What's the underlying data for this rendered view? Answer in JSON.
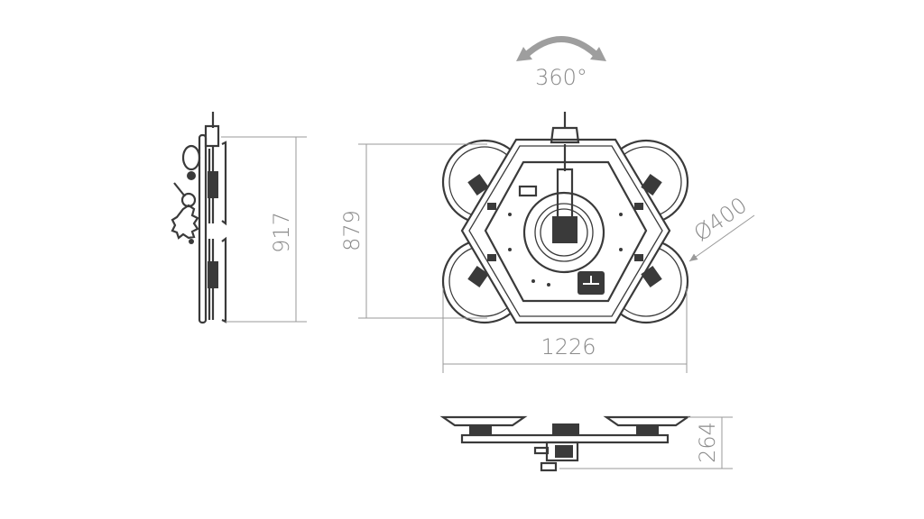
{
  "rotation": {
    "label": "360°",
    "arrow_color": "#9e9e9e"
  },
  "dimensions": {
    "side_height": "917",
    "top_height": "879",
    "top_width": "1226",
    "pad_diameter": "Ø400",
    "bottom_height": "264"
  },
  "colors": {
    "line": "#3a3a3a",
    "dimension": "#9a9a9a"
  }
}
